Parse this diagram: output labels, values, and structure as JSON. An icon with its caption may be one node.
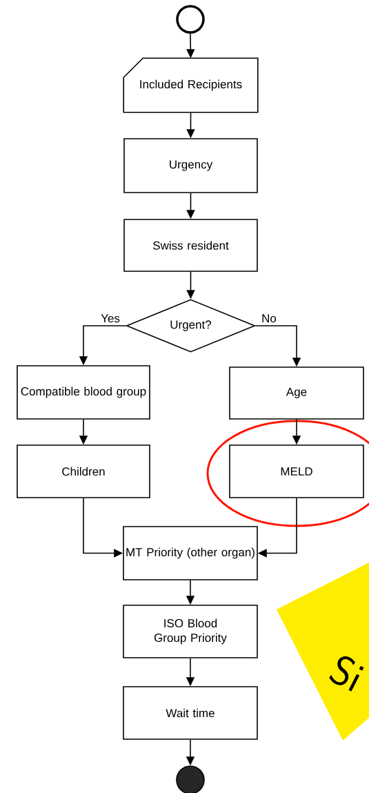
{
  "diagram": {
    "nodes": [
      {
        "text": [],
        "shape": "circle"
      },
      {
        "text": [
          "Included Recipients"
        ]
      },
      {
        "text": [
          "Urgency"
        ]
      },
      {
        "text": [
          "Swiss resident"
        ]
      },
      {
        "text": [
          "Urgent?"
        ]
      },
      {
        "text": [
          "Compatible blood group"
        ]
      },
      {
        "text": [
          "Age"
        ]
      },
      {
        "text": [
          "Children"
        ]
      },
      {
        "text": [
          "MELD"
        ]
      },
      {
        "text": [
          "MT Priority (other organ)"
        ]
      },
      {
        "text": [
          "ISO Blood Group Priority"
        ]
      },
      {
        "text": [
          "Wait time"
        ]
      },
      {
        "text": [],
        "shape": "circle"
      }
    ],
    "edges": [
      {
        "from": 0,
        "to": 1,
        "arrow": "to"
      },
      {
        "from": 1,
        "to": 2,
        "arrow": "to"
      },
      {
        "from": 2,
        "to": 3,
        "arrow": "to"
      },
      {
        "from": 3,
        "to": 4,
        "arrow": "to"
      },
      {
        "from": 4,
        "to": 5,
        "arrow": "to",
        "label": "Yes"
      },
      {
        "from": 4,
        "to": 6,
        "arrow": "to",
        "label": "No"
      },
      {
        "from": 5,
        "to": 7,
        "arrow": "to"
      },
      {
        "from": 6,
        "to": 8,
        "arrow": "to"
      },
      {
        "from": 7,
        "to": 9,
        "arrow": "to"
      },
      {
        "from": 8,
        "to": 9,
        "arrow": "to"
      },
      {
        "from": 9,
        "to": 10,
        "arrow": "to"
      },
      {
        "from": 10,
        "to": 11,
        "arrow": "to"
      },
      {
        "from": 11,
        "to": 12,
        "arrow": "to"
      }
    ],
    "labels": [
      "Si"
    ]
  }
}
